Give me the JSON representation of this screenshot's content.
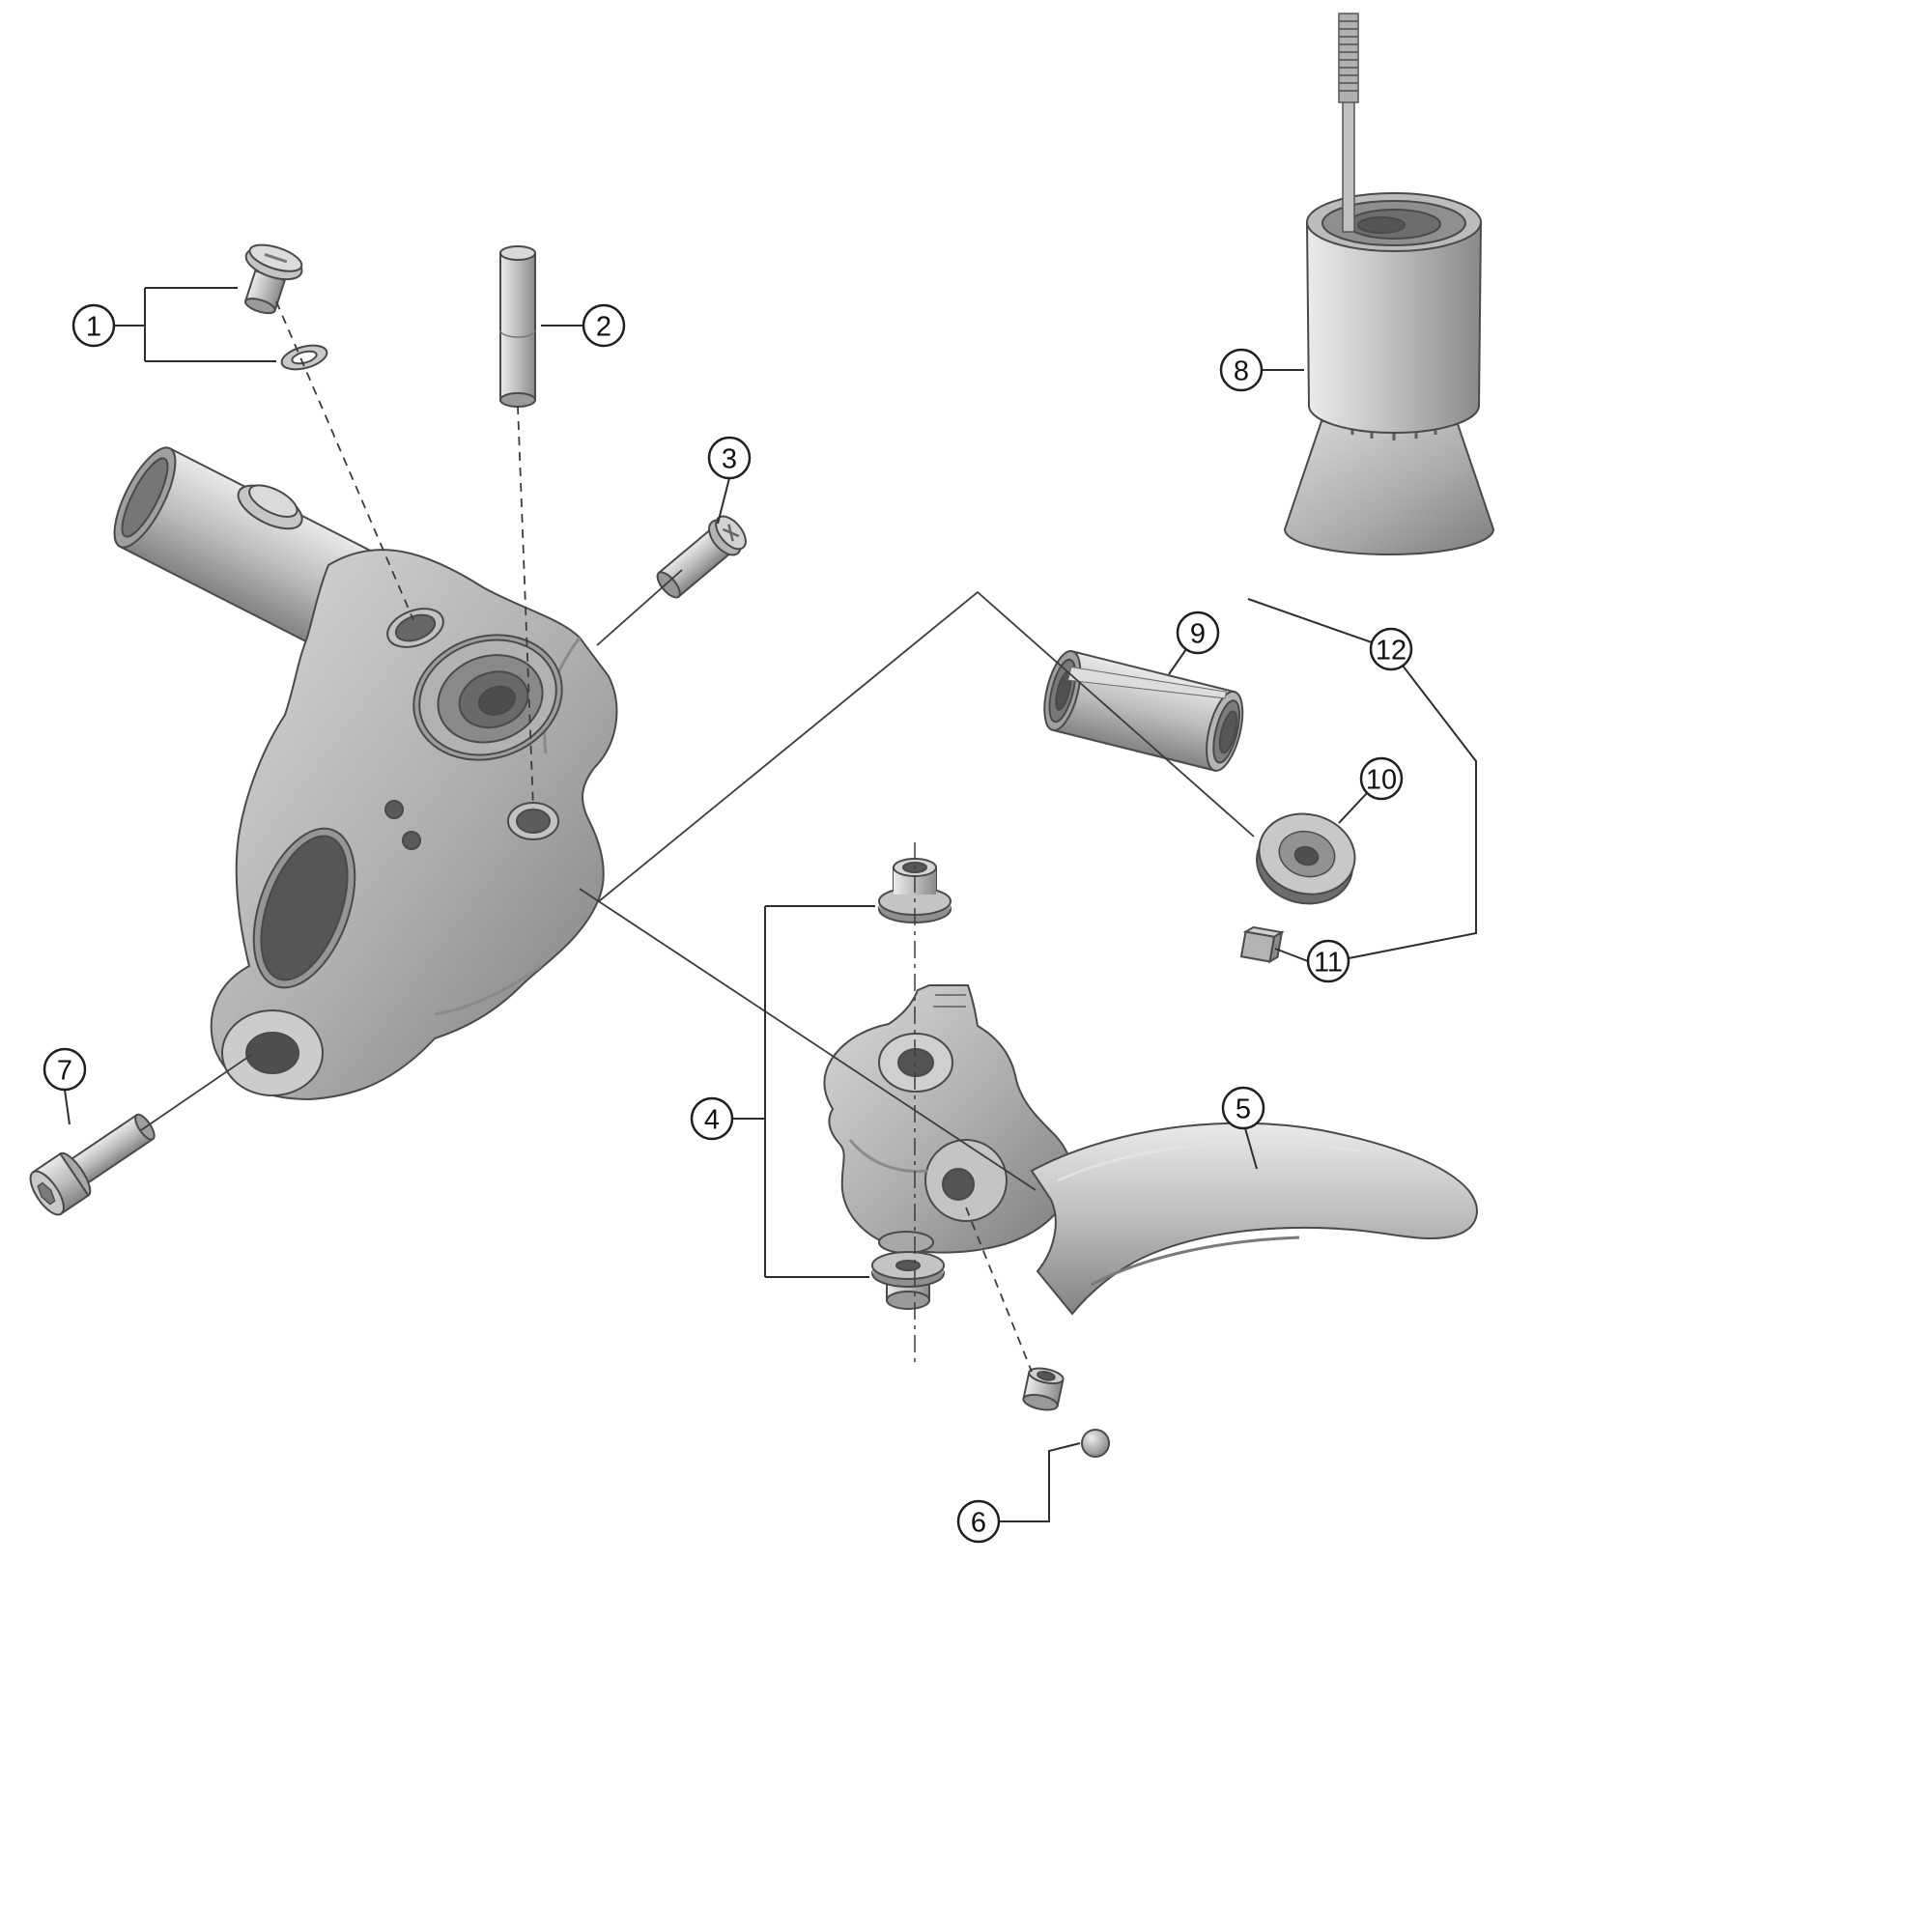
{
  "callouts": [
    {
      "label": "1"
    },
    {
      "label": "2"
    },
    {
      "label": "3"
    },
    {
      "label": "4"
    },
    {
      "label": "5"
    },
    {
      "label": "6"
    },
    {
      "label": "7"
    },
    {
      "label": "8"
    },
    {
      "label": "9"
    },
    {
      "label": "10"
    },
    {
      "label": "11"
    },
    {
      "label": "12"
    }
  ],
  "colors": {
    "background": "#ffffff",
    "outline": "#4a4a4a",
    "leader_line": "#2e2e2e",
    "callout_stroke": "#1f1f1f",
    "metal_light": "#e9e9e9",
    "metal_mid": "#adadad",
    "metal_dark": "#6b6b6b",
    "hole_dark": "#545454"
  }
}
